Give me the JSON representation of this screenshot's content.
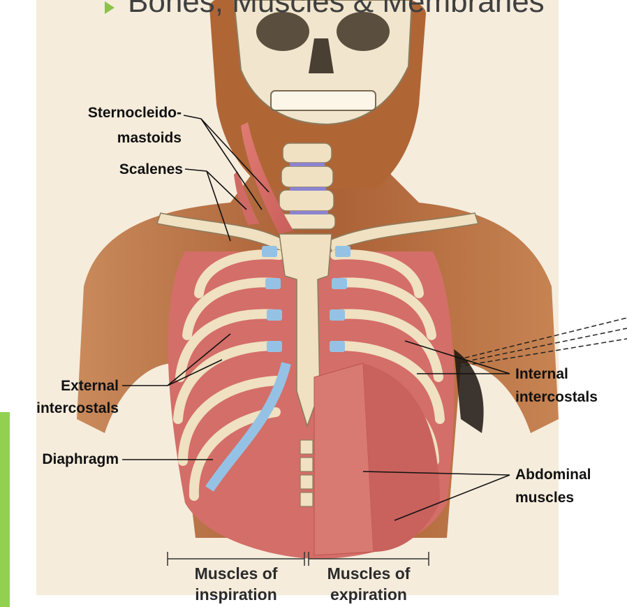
{
  "title": "Bones, Muscles & Membranes",
  "labels": {
    "sternocleidomastoids_1": "Sternocleido-",
    "sternocleidomastoids_2": "mastoids",
    "scalenes": "Scalenes",
    "external_intercostals_1": "External",
    "external_intercostals_2": "intercostals",
    "diaphragm": "Diaphragm",
    "internal_intercostals_1": "Internal",
    "internal_intercostals_2": "intercostals",
    "abdominal_muscles_1": "Abdominal",
    "abdominal_muscles_2": "muscles",
    "inspiration_1": "Muscles of",
    "inspiration_2": "inspiration",
    "expiration_1": "Muscles of",
    "expiration_2": "expiration"
  },
  "colors": {
    "accent_green": "#92d050",
    "background": "#f4ead8",
    "skin": "#b86a3c",
    "bone": "#efe2c4",
    "cartilage": "#8fbde0",
    "muscle": "#d8706c"
  }
}
